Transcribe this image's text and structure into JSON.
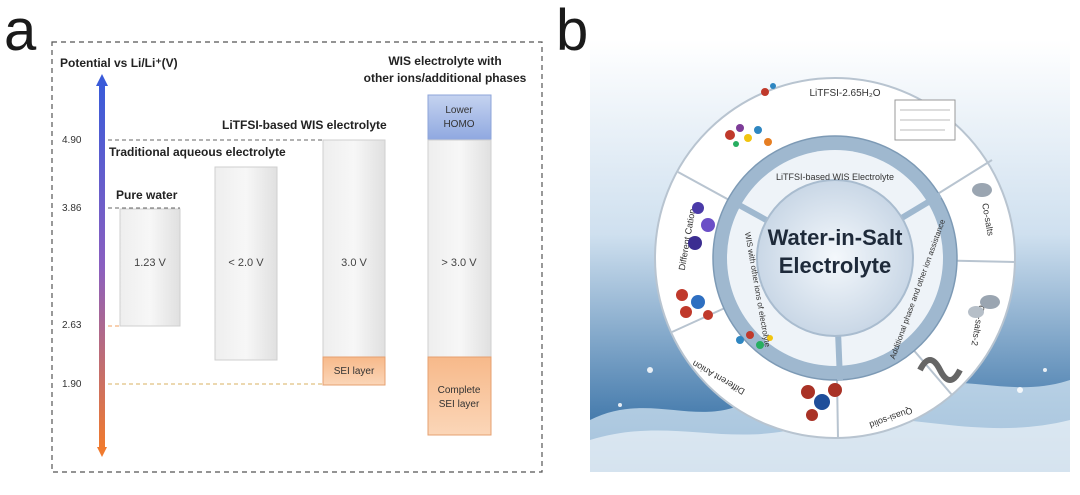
{
  "panel_a": {
    "letter": "a",
    "axis_title": "Potential vs Li/Li⁺(V)",
    "ticks": [
      "4.90",
      "3.86",
      "2.63",
      "1.90"
    ],
    "pure_water": {
      "title": "Pure water",
      "window": "1.23 V"
    },
    "traditional": {
      "title": "Traditional aqueous electrolyte",
      "window": "< 2.0 V"
    },
    "litfsi": {
      "title": "LiTFSI-based WIS electrolyte",
      "window": "3.0 V",
      "sei": "SEI layer"
    },
    "wis_other": {
      "title_line1": "WIS electrolyte with",
      "title_line2": "other ions/additional phases",
      "homo_line1": "Lower",
      "homo_line2": "HOMO",
      "window": "> 3.0 V",
      "sei_line1": "Complete",
      "sei_line2": "SEI layer"
    }
  },
  "panel_b": {
    "letter": "b",
    "center_line1": "Water-in-Salt",
    "center_line2": "Electrolyte",
    "middle_ring": [
      "LiTFSI-based WIS Electrolyte",
      "Additional phase and other ion assistance",
      "WIS with other ions of electrolyte"
    ],
    "outer_ring": [
      "LiTFSI-2.65H₂O",
      "Co-salts",
      "Co-salts-2",
      "Quasi-solid",
      "Different Anion",
      "Different Cation"
    ]
  },
  "colors": {
    "axis_top": "#3a5bd9",
    "axis_mid": "#8a5fc0",
    "axis_bottom": "#f07a2e",
    "box_fill": "#e6e6e6",
    "sei_fill": "#f4b482",
    "homo_fill": "#9db4e6",
    "sea_top": "#ffffff",
    "sea_bottom": "#1f5f9a"
  }
}
